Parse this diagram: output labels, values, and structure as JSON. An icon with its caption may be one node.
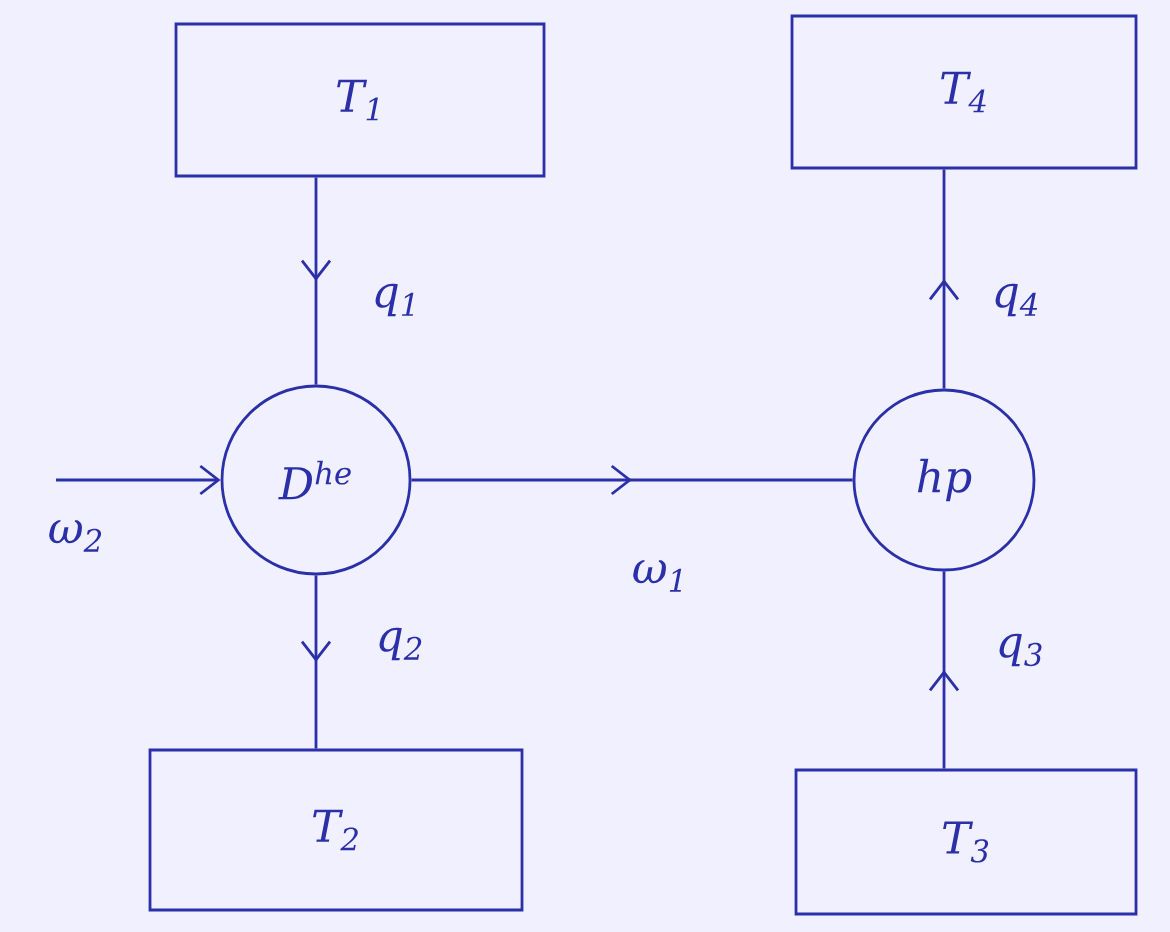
{
  "diagram": {
    "nodes": [
      {
        "text": [
          "T$_{1}$"
        ]
      },
      {
        "text": [
          "T$_{4}$"
        ]
      },
      {
        "text": [
          "D$^{he}$"
        ]
      },
      {
        "text": [
          "hp"
        ]
      },
      {
        "text": [
          "T$_{2}$"
        ]
      },
      {
        "text": [
          "T$_{3}$"
        ]
      }
    ],
    "edges": [
      {
        "from": 0,
        "to": 2,
        "arrow": "to",
        "label": "q$_{1}$"
      },
      {
        "from": 2,
        "to": 4,
        "arrow": "to",
        "label": "q$_{2}$"
      },
      {
        "from": null,
        "to": 2,
        "arrow": "to",
        "label": "ω$_{2}$"
      },
      {
        "from": 2,
        "to": 3,
        "arrow": "to",
        "label": "ω$_{1}$"
      },
      {
        "from": 3,
        "to": 1,
        "arrow": "to",
        "label": "q$_{4}$"
      },
      {
        "from": 5,
        "to": 3,
        "arrow": "to",
        "label": "q$_{3}$"
      }
    ]
  }
}
